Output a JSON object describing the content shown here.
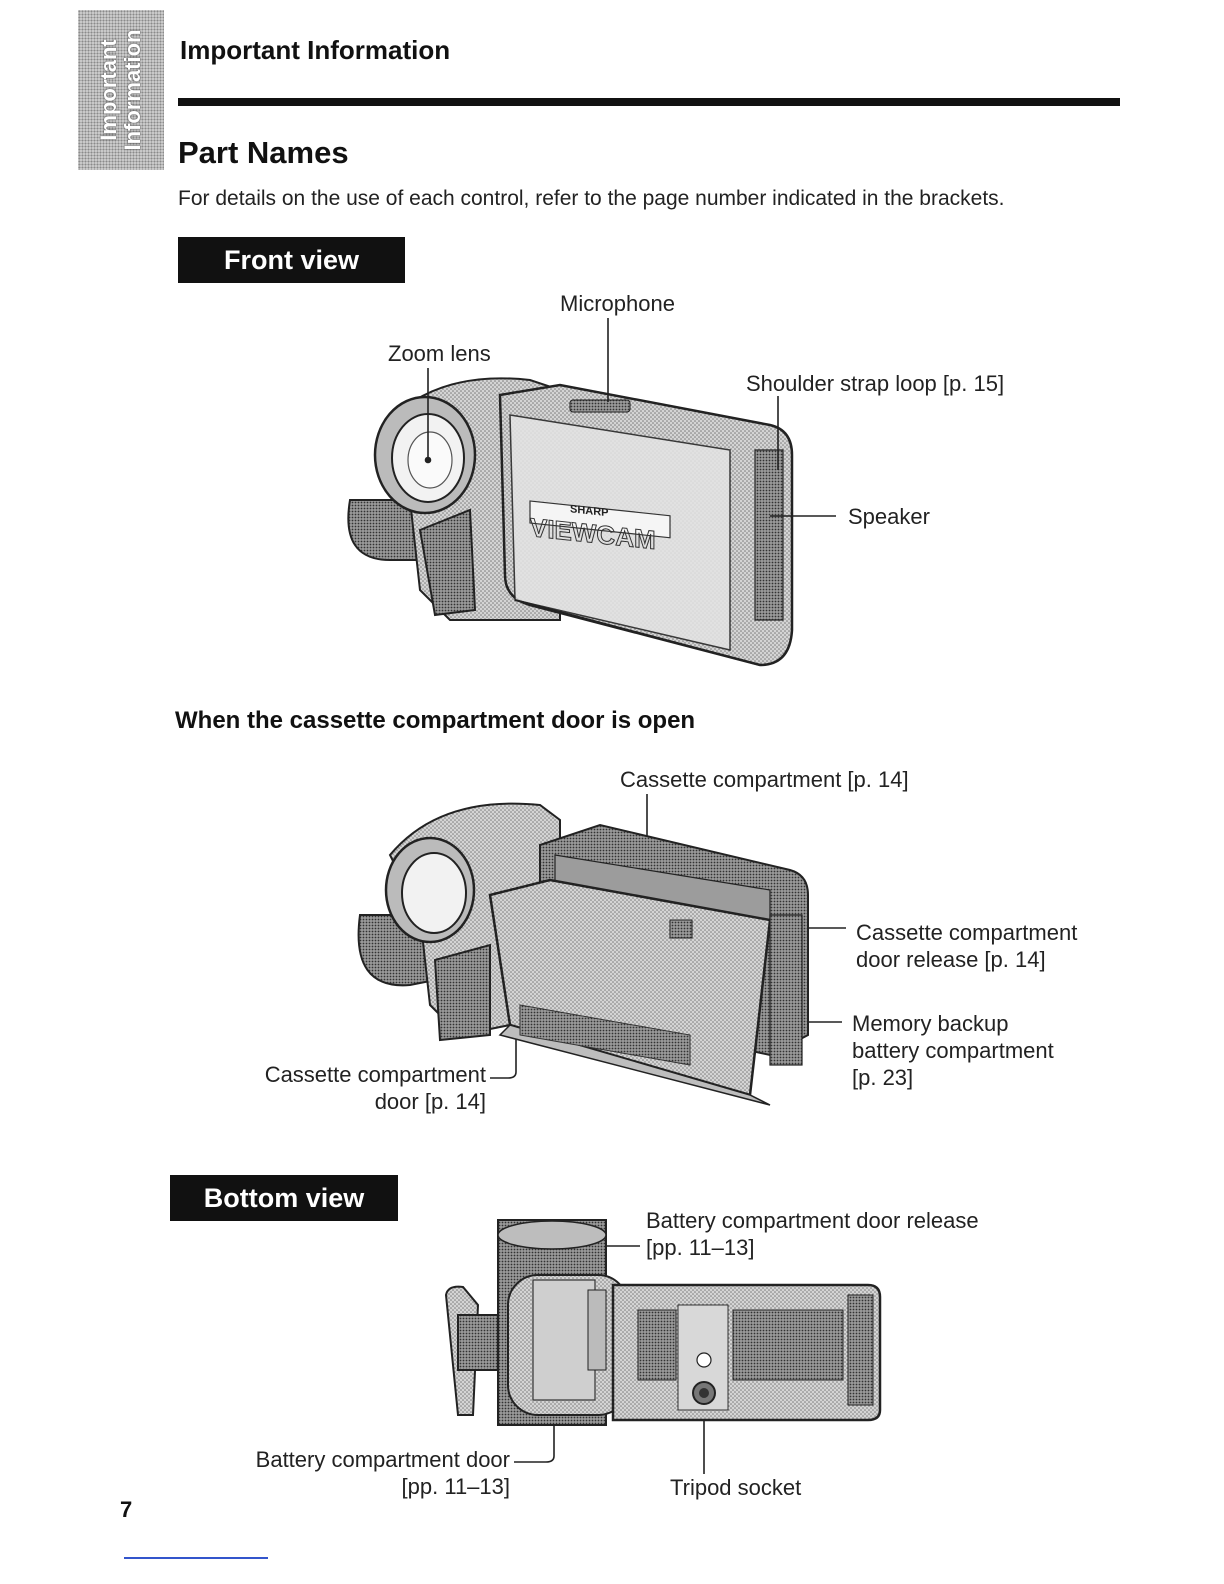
{
  "side_tab": {
    "line1": "Important",
    "line2": "Information"
  },
  "header": {
    "title": "Important Information"
  },
  "page": {
    "title": "Part Names",
    "intro": "For details on the use of each control, refer to the page number indicated in the brackets."
  },
  "front_view": {
    "tag": "Front view",
    "labels": {
      "microphone": "Microphone",
      "zoom_lens": "Zoom lens",
      "shoulder_strap": "Shoulder strap loop [p. 15]",
      "speaker": "Speaker"
    },
    "camera_brand": "SHARP",
    "camera_model": "VIEWCAM"
  },
  "open_view": {
    "heading": "When the cassette compartment door is open",
    "labels": {
      "cassette_compartment": "Cassette compartment [p. 14]",
      "door_release_1": "Cassette compartment",
      "door_release_2": "door release [p. 14]",
      "memory_backup_1": "Memory backup",
      "memory_backup_2": "battery compartment",
      "memory_backup_3": "[p. 23]",
      "door_1": "Cassette compartment",
      "door_2": "door [p. 14]"
    }
  },
  "bottom_view": {
    "tag": "Bottom view",
    "labels": {
      "battery_release_1": "Battery compartment door release",
      "battery_release_2": "[pp. 11–13]",
      "battery_door_1": "Battery compartment door",
      "battery_door_2": "[pp. 11–13]",
      "tripod": "Tripod socket"
    }
  },
  "footer": {
    "page_number": "7"
  }
}
